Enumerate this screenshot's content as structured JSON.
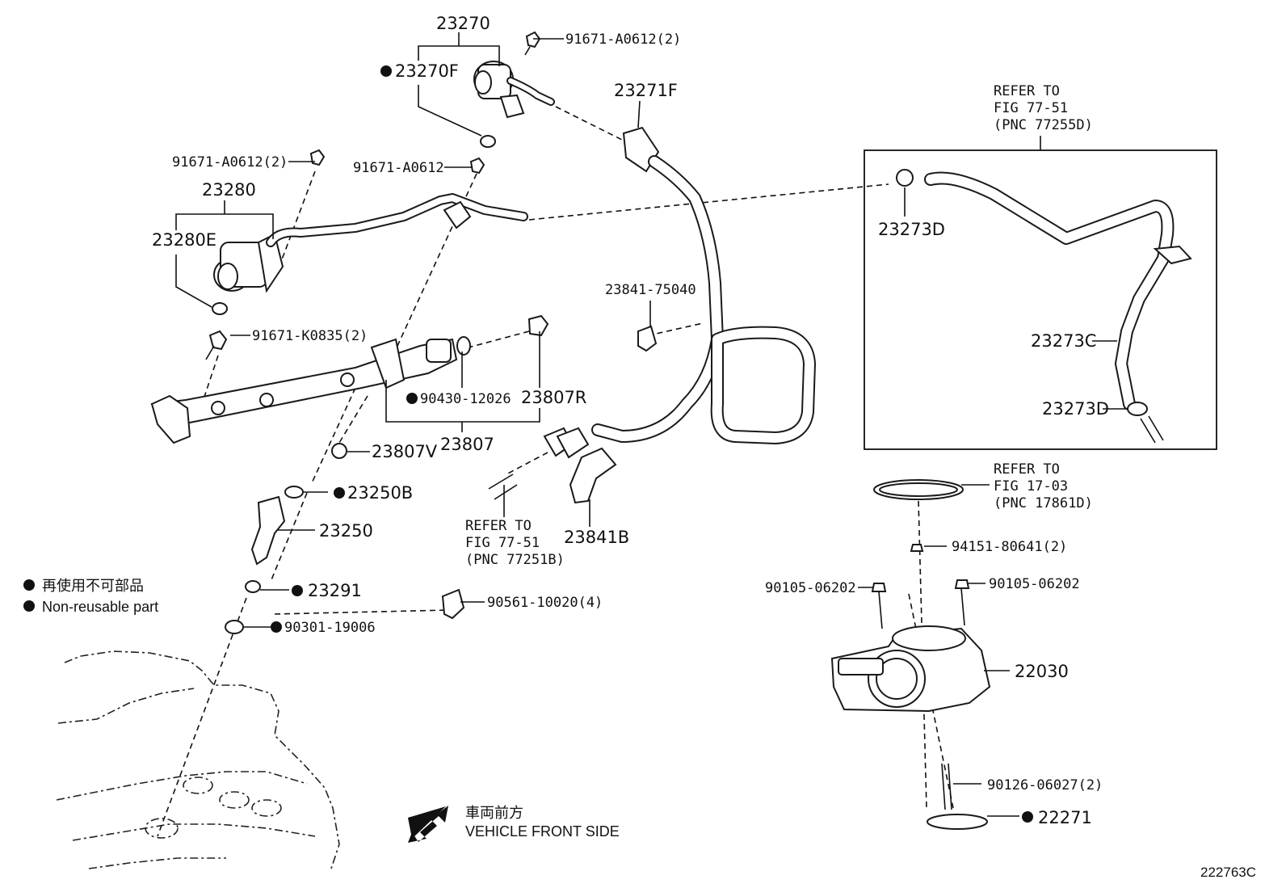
{
  "labels": {
    "p23270": "23270",
    "p23270F": "23270F",
    "p91671_A0612_2_top": "91671-A0612(2)",
    "p23271F": "23271F",
    "p91671_A0612_2_left": "91671-A0612(2)",
    "p91671_A0612": "91671-A0612",
    "p23280": "23280",
    "p23280E": "23280E",
    "p91671_K0835_2": "91671-K0835(2)",
    "p90430_12026": "90430-12026",
    "p23807R": "23807R",
    "p23807": "23807",
    "p23807V": "23807V",
    "p23841_75040": "23841-75040",
    "p23250B": "23250B",
    "p23250": "23250",
    "p23841B": "23841B",
    "p23291": "23291",
    "p90561_10020_4": "90561-10020(4)",
    "p90301_19006": "90301-19006",
    "p23273D_top": "23273D",
    "p23273C": "23273C",
    "p23273D_bottom": "23273D",
    "p94151_80641_2": "94151-80641(2)",
    "p90105_06202_left": "90105-06202",
    "p90105_06202_right": "90105-06202",
    "p22030": "22030",
    "p90126_06027_2": "90126-06027(2)",
    "p22271": "22271"
  },
  "refers": {
    "r77_51_top": [
      "REFER TO",
      "FIG 77-51",
      "(PNC 77255D)"
    ],
    "r17_03": [
      "REFER TO",
      "FIG 17-03",
      "(PNC 17861D)"
    ],
    "r77_51_bottom": [
      "REFER TO",
      "FIG 77-51",
      "(PNC 77251B)"
    ]
  },
  "legend": {
    "jp": "再使用不可部品",
    "en": "Non-reusable part"
  },
  "direction": {
    "jp": "車両前方",
    "en": "VEHICLE FRONT SIDE"
  },
  "figure_id": "222763C"
}
